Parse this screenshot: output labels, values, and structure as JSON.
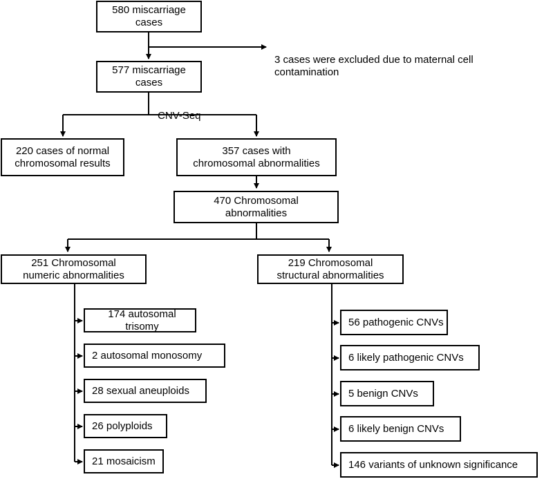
{
  "flow": {
    "start": "580 miscarriage\ncases",
    "excluded": "3 cases were excluded due to maternal cell\ncontamination",
    "after_exclusion": "577 miscarriage\ncases",
    "method": "CNV-Seq",
    "normal": "220 cases of normal\nchromosomal results",
    "abnormal_cases": "357 cases with\nchromosomal abnormalities",
    "abnormalities_total": "470 Chromosomal\nabnormalities",
    "numeric": {
      "title": "251 Chromosomal\nnumeric abnormalities",
      "items": [
        "174 autosomal trisomy",
        "2 autosomal monosomy",
        "28 sexual aneuploids",
        "26 polyploids",
        "21 mosaicism"
      ]
    },
    "structural": {
      "title": "219 Chromosomal\nstructural abnormalities",
      "items": [
        "56 pathogenic CNVs",
        "6 likely pathogenic CNVs",
        "5 benign CNVs",
        "6 likely benign CNVs",
        "146 variants of unknown significance"
      ]
    }
  }
}
